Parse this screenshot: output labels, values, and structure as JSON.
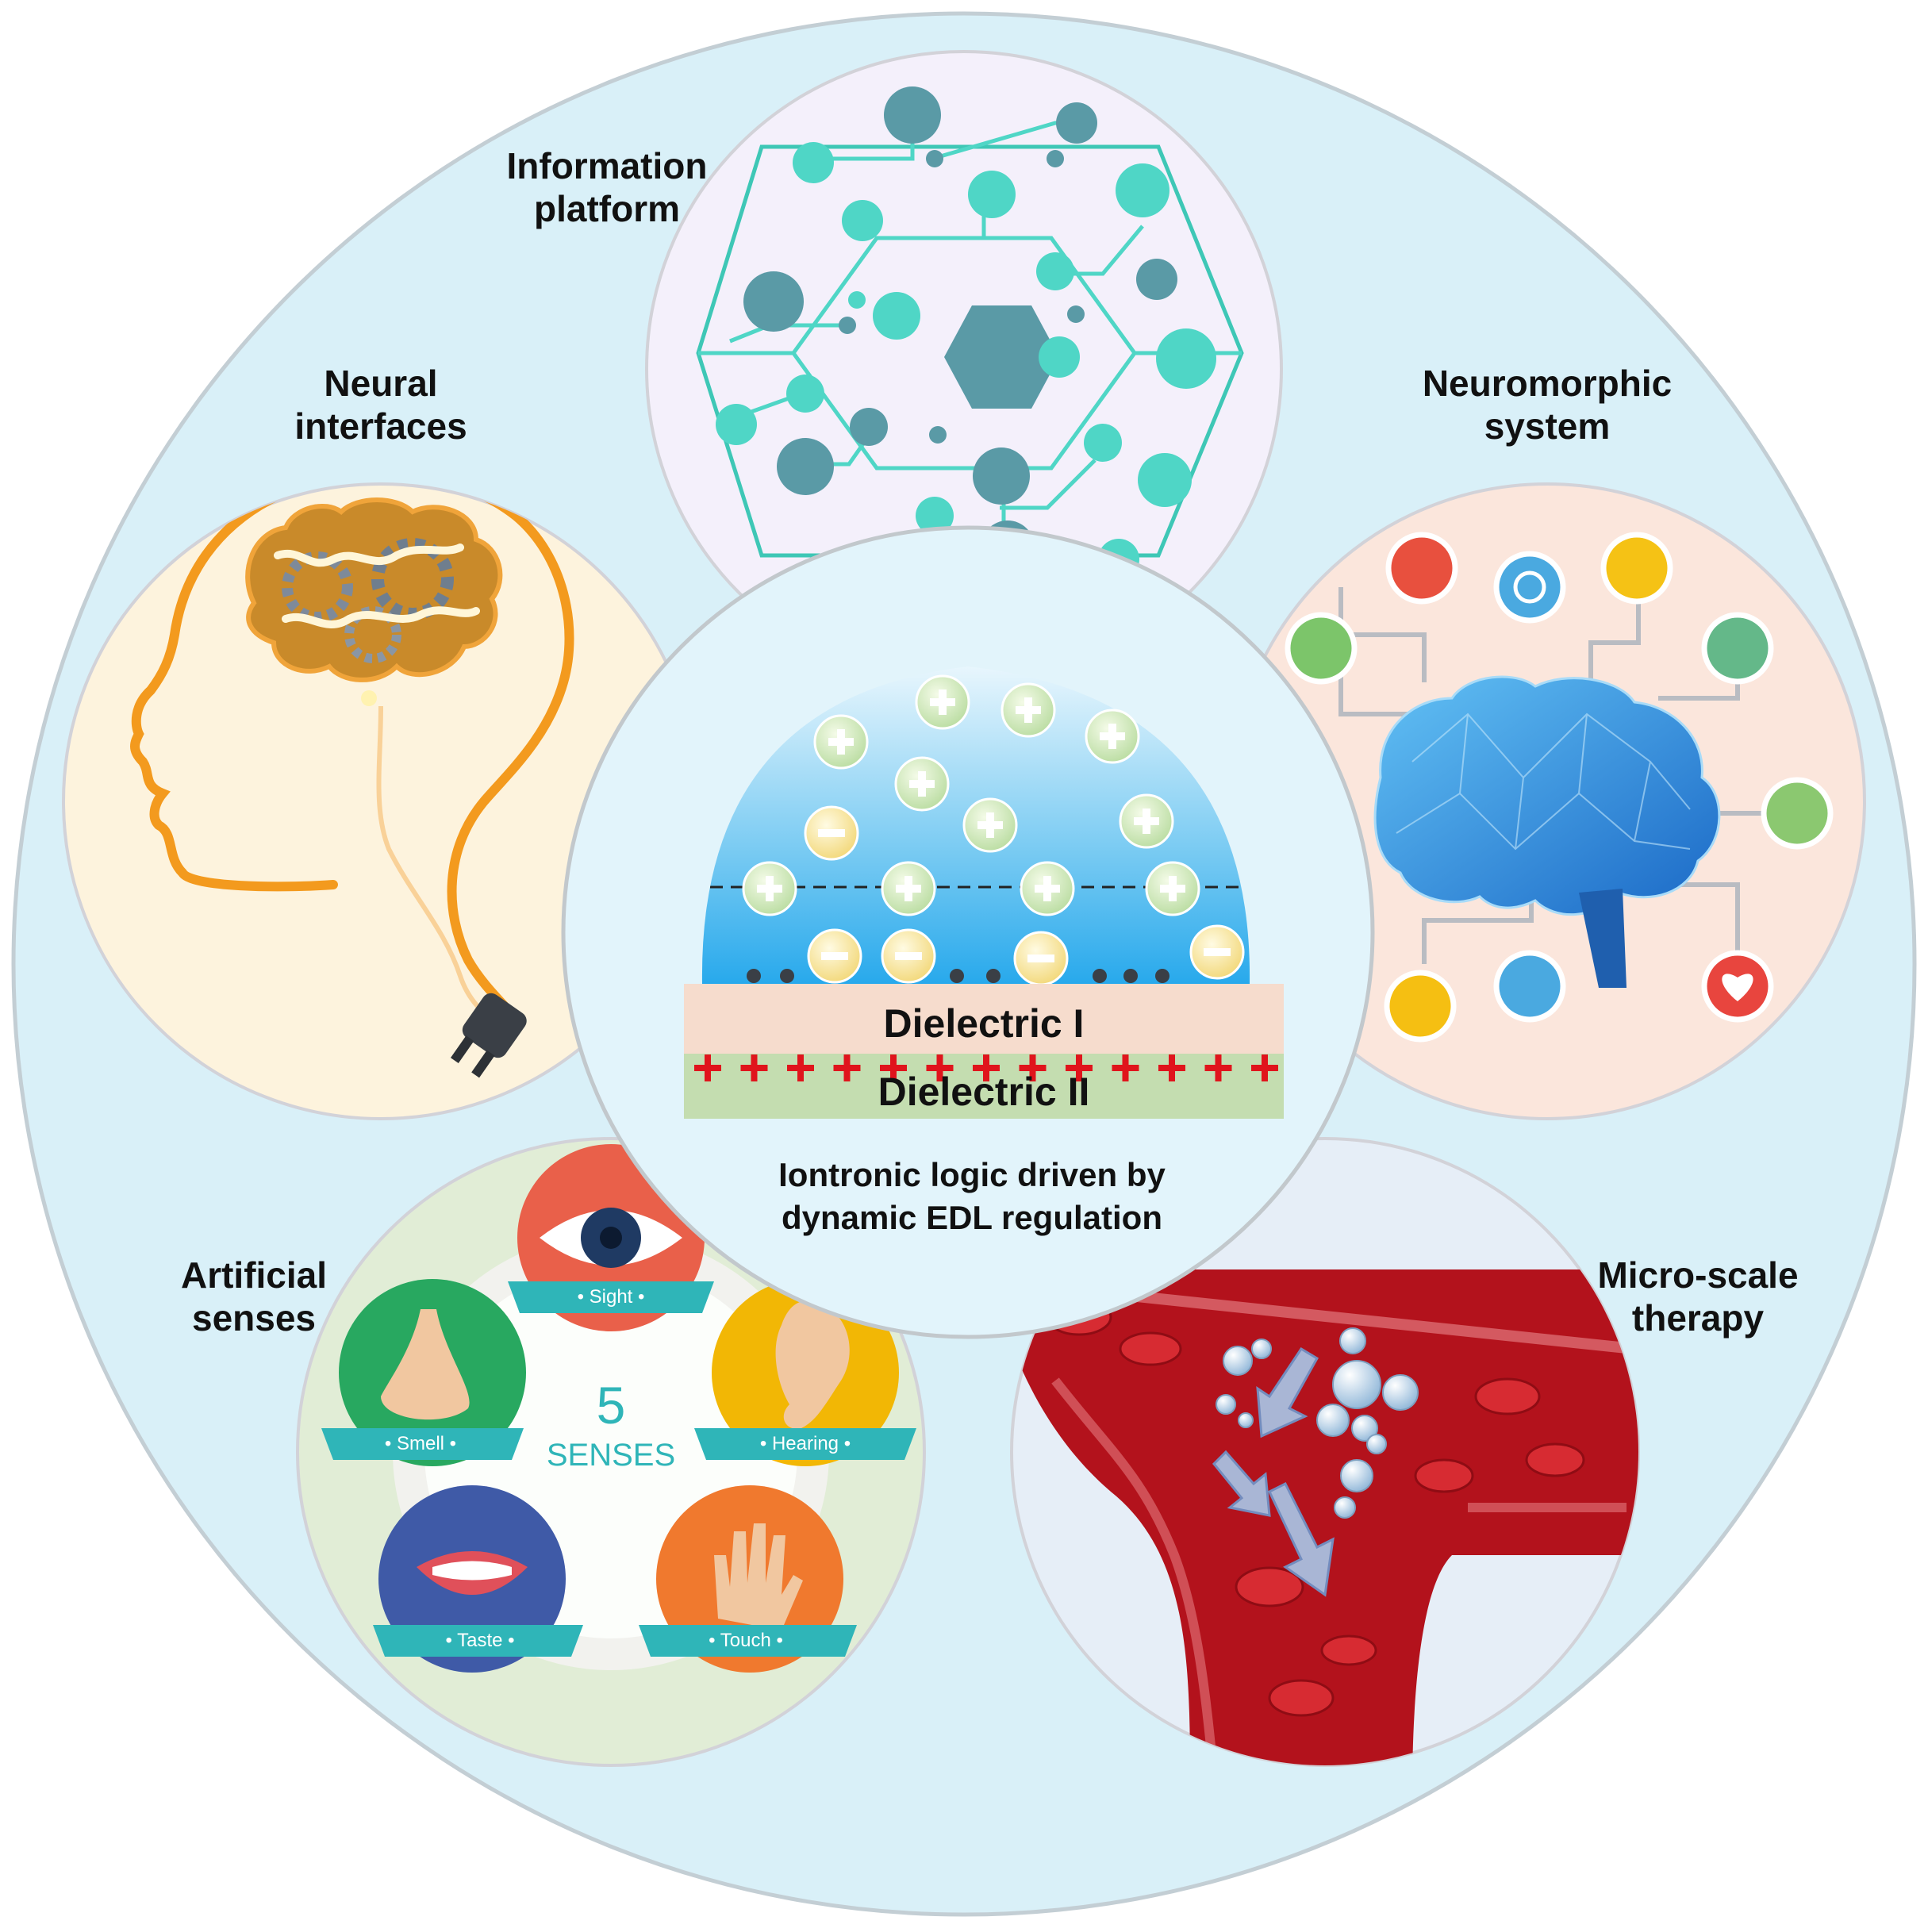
{
  "labels": {
    "information": [
      "Information",
      "platform"
    ],
    "neural": [
      "Neural",
      "interfaces"
    ],
    "neuromorphic": [
      "Neuromorphic",
      "system"
    ],
    "senses": [
      "Artificial",
      "senses"
    ],
    "therapy": [
      "Micro-scale",
      "therapy"
    ]
  },
  "center": {
    "dielectric1": "Dielectric I",
    "dielectric2": "Dielectric II",
    "caption": [
      "Iontronic logic driven by",
      "dynamic EDL regulation"
    ]
  },
  "senses_panel": {
    "number": "5",
    "word": "SENSES",
    "items": [
      "• Sight •",
      "• Smell •",
      "• Hearing •",
      "• Taste •",
      "• Touch •"
    ]
  },
  "colors": {
    "outer_fill": "#d9f0f8",
    "info_bg": "#f4f0fb",
    "neural_bg": "#fdf3dd",
    "neuro_bg": "#fbe6dc",
    "senses_bg": "#e1edd6",
    "therapy_bg": "#e6eef7",
    "center_bg": "#e2f4fb",
    "circuit": "#4fd6c6",
    "hex": "#5a9aa6",
    "dielectric1": "#f6dccd",
    "dielectric2": "#c4ddb0",
    "plus_mark": "#e0141c",
    "brain_blue": "#2a8fe0",
    "wire_orange": "#f39a1e",
    "vessel_red": "#b3121c"
  }
}
